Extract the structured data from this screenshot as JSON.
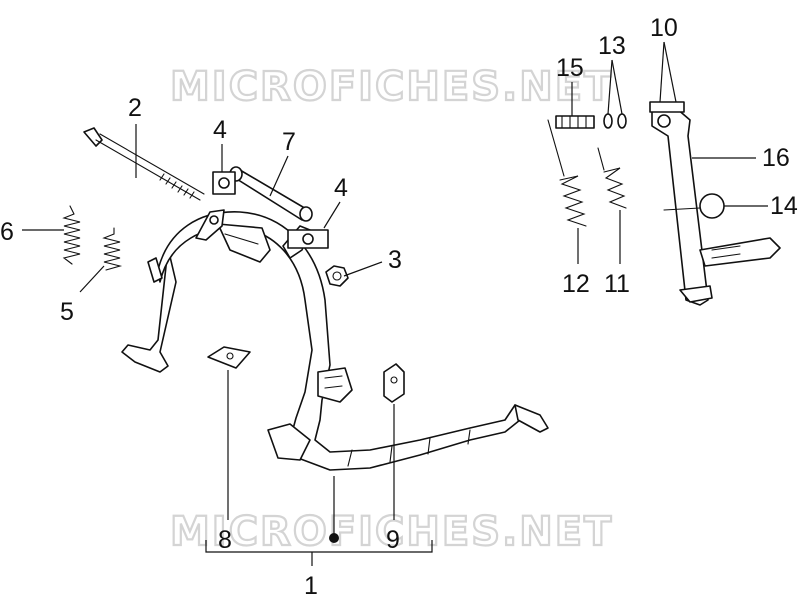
{
  "watermark": {
    "top": "MICROFICHES.NET",
    "bottom": "MICROFICHES.NET"
  },
  "callouts": {
    "c1": "1",
    "c2": "2",
    "c3": "3",
    "c4a": "4",
    "c4b": "4",
    "c5": "5",
    "c6": "6",
    "c7": "7",
    "c8": "8",
    "c9": "9",
    "c10": "10",
    "c11": "11",
    "c12": "12",
    "c13": "13",
    "c14": "14",
    "c15": "15",
    "c16": "16"
  }
}
